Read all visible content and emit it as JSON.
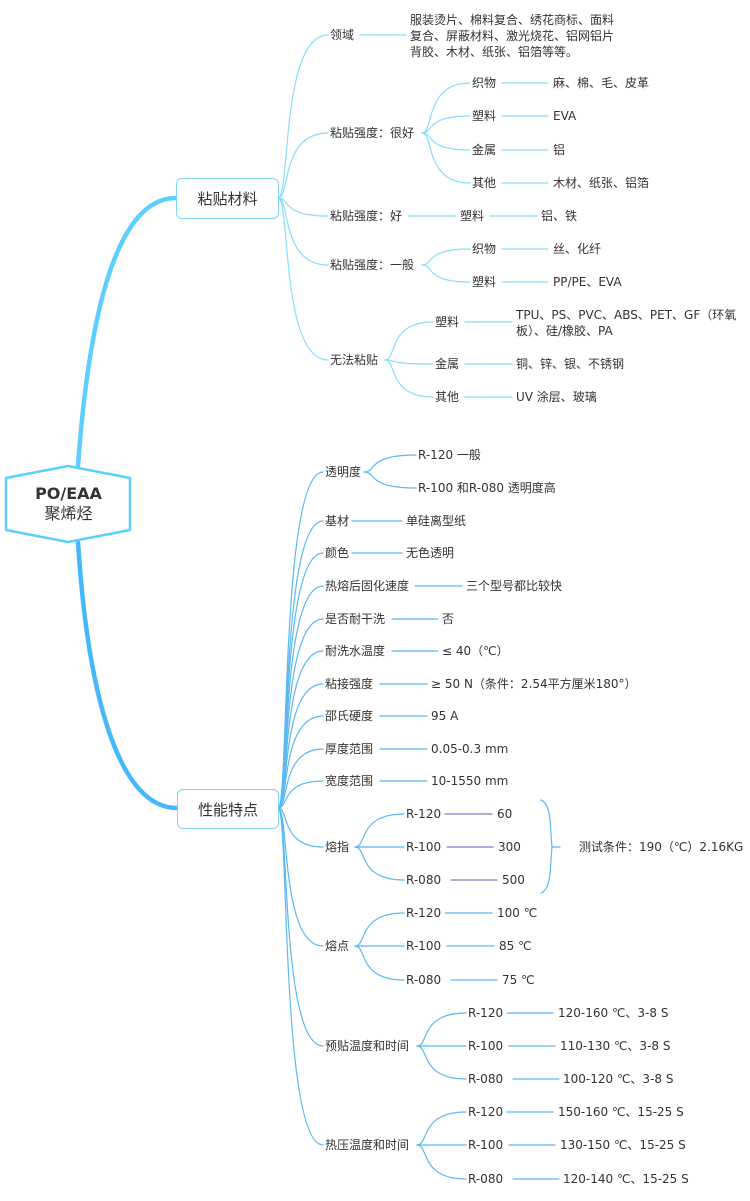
{
  "colors": {
    "root_border": "#5ccfff",
    "material_line": "#8adcfb",
    "performance_line": "#5bb8f2",
    "melt_index_line": "#7b80c8",
    "text": "#333333"
  },
  "root": {
    "title": "PO/EAA",
    "subtitle": "聚烯烃"
  },
  "materials": {
    "label": "粘贴材料",
    "domain": {
      "label": "领域",
      "value": "服装烫片、棉料复合、绣花商标、面料复合、屏蔽材料、激光烧花、铝网铝片背胶、木材、纸张、铝箔等等。"
    },
    "very_good": {
      "label": "粘贴强度：很好",
      "items": [
        {
          "k": "织物",
          "v": "麻、棉、毛、皮革"
        },
        {
          "k": "塑料",
          "v": "EVA"
        },
        {
          "k": "金属",
          "v": "铝"
        },
        {
          "k": "其他",
          "v": "木材、纸张、铝箔"
        }
      ]
    },
    "good": {
      "label": "粘贴强度：好",
      "item": {
        "k": "塑料",
        "v": "铝、铁"
      }
    },
    "normal": {
      "label": "粘贴强度：一般",
      "items": [
        {
          "k": "织物",
          "v": "丝、化纤"
        },
        {
          "k": "塑料",
          "v": "PP/PE、EVA"
        }
      ]
    },
    "cannot": {
      "label": "无法粘贴",
      "items": [
        {
          "k": "塑料",
          "v": "TPU、PS、PVC、ABS、PET、GF（环氧板）、硅/橡胶、PA"
        },
        {
          "k": "金属",
          "v": "铜、锌、银、不锈钢"
        },
        {
          "k": "其他",
          "v": "UV 涂层、玻璃"
        }
      ]
    }
  },
  "performance": {
    "label": "性能特点",
    "transparency": {
      "label": "透明度",
      "items": [
        "R-120 一般",
        "R-100 和R-080 透明度高"
      ]
    },
    "props": [
      {
        "k": "基材",
        "v": "单硅离型纸"
      },
      {
        "k": "颜色",
        "v": "无色透明"
      },
      {
        "k": "热熔后固化速度",
        "v": "三个型号都比较快"
      },
      {
        "k": "是否耐干洗",
        "v": "否"
      },
      {
        "k": "耐洗水温度",
        "v": "≤ 40（℃）"
      },
      {
        "k": "粘接强度",
        "v": "≥ 50 N（条件：2.54平方厘米180°）"
      },
      {
        "k": "邵氏硬度",
        "v": "95 A"
      },
      {
        "k": "厚度范围",
        "v": "0.05-0.3 mm"
      },
      {
        "k": "宽度范围",
        "v": "10-1550 mm"
      }
    ],
    "melt_index": {
      "label": "熔指",
      "items": [
        {
          "k": "R-120",
          "v": "60"
        },
        {
          "k": "R-100",
          "v": "300"
        },
        {
          "k": "R-080",
          "v": "500"
        }
      ],
      "note": "测试条件：190（℃）2.16KG"
    },
    "melting_point": {
      "label": "熔点",
      "items": [
        {
          "k": "R-120",
          "v": "100 ℃"
        },
        {
          "k": "R-100",
          "v": "85 ℃"
        },
        {
          "k": "R-080",
          "v": "75 ℃"
        }
      ]
    },
    "pre_press": {
      "label": "预贴温度和时间",
      "items": [
        {
          "k": "R-120",
          "v": "120-160 ℃、3-8 S"
        },
        {
          "k": "R-100",
          "v": "110-130 ℃、3-8 S"
        },
        {
          "k": "R-080",
          "v": "100-120 ℃、3-8 S"
        }
      ]
    },
    "heat_press": {
      "label": "热压温度和时间",
      "items": [
        {
          "k": "R-120",
          "v": "150-160 ℃、15-25 S"
        },
        {
          "k": "R-100",
          "v": "130-150 ℃、15-25 S"
        },
        {
          "k": "R-080",
          "v": "120-140 ℃、15-25 S"
        }
      ]
    }
  }
}
